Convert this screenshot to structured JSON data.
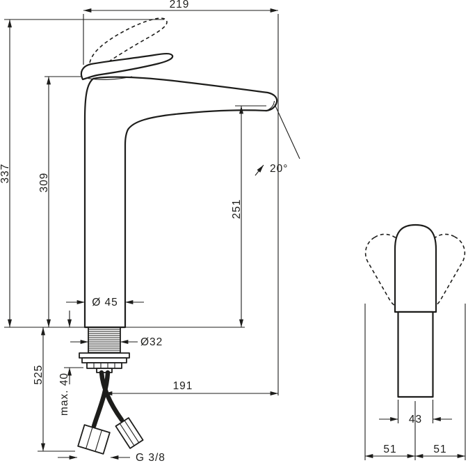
{
  "colors": {
    "line": "#1d1d1b",
    "background": "#ffffff"
  },
  "front_view": {
    "width_overall": "219",
    "height_overall": "337",
    "height_body": "309",
    "height_spout_outlet": "251",
    "spout_angle": "20°",
    "body_diameter": "Ø 45",
    "shank_diameter": "Ø32",
    "hose_length": "525",
    "max_mounting_thickness": "max. 40",
    "spout_reach": "191",
    "hose_thread": "G 3/8"
  },
  "side_view": {
    "body_depth": "43",
    "swing_left": "51",
    "swing_right": "51"
  }
}
